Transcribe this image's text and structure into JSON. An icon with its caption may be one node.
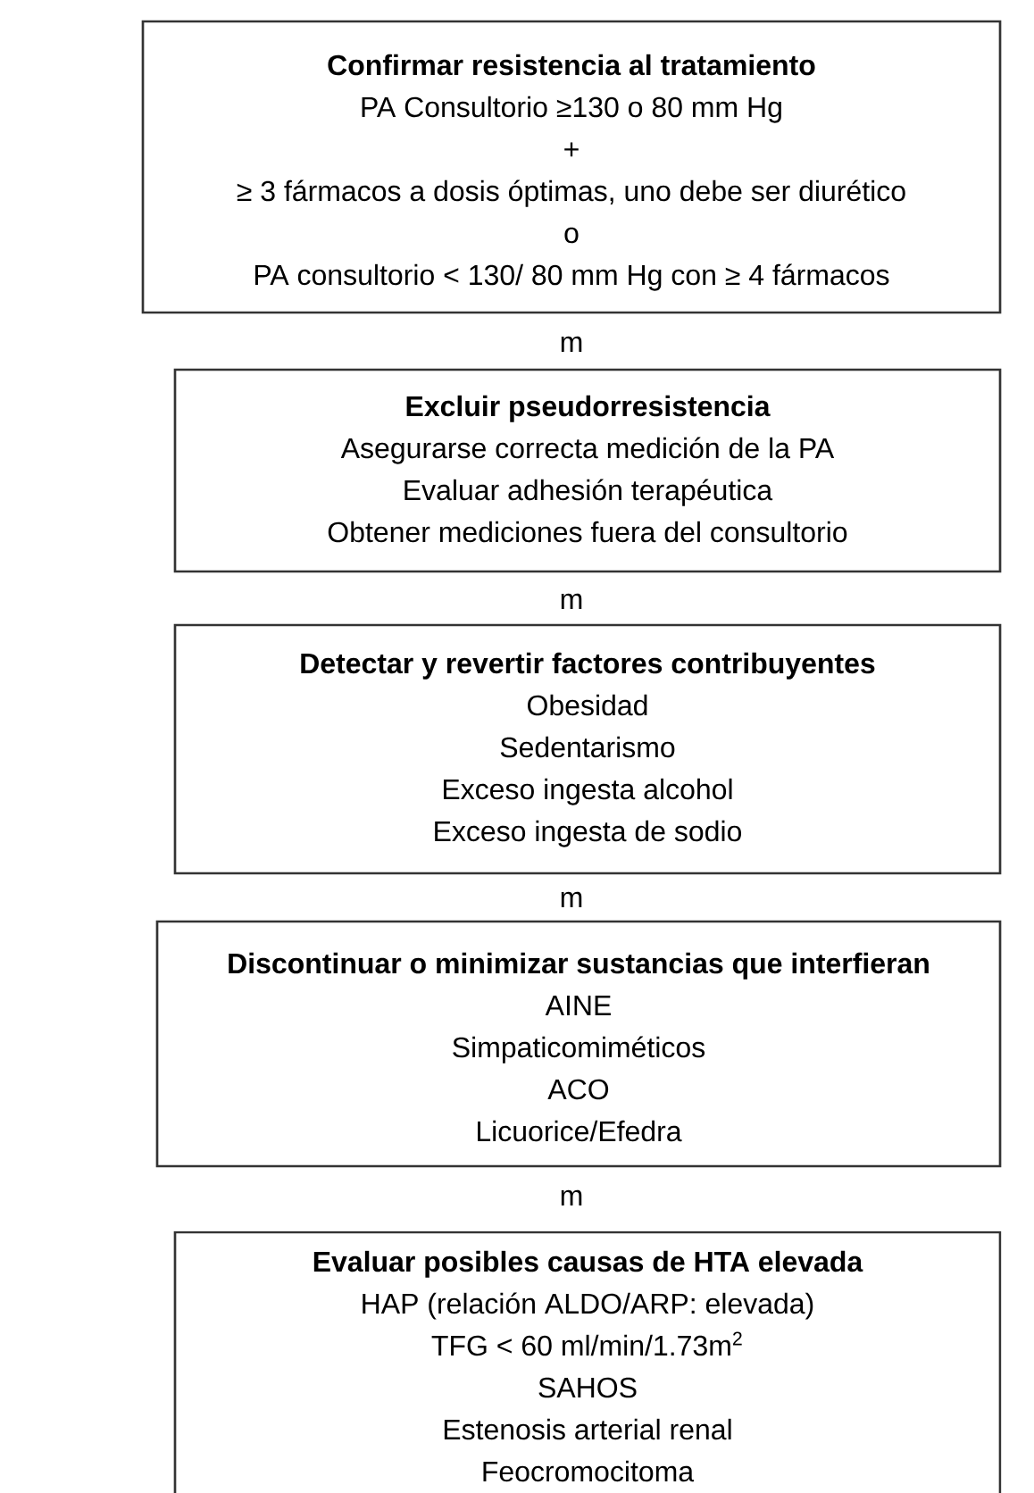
{
  "diagram": {
    "nodes": [
      {
        "text": [
          "Confirmar resistencia al tratamiento",
          "PA Consultorio ≥130 o 80 mm Hg",
          "+",
          "≥ 3 fármacos a dosis óptimas, uno debe ser diurético",
          "o",
          "PA consultorio < 130/ 80 mm Hg con ≥ 4 fármacos"
        ]
      },
      {
        "text": [
          "Excluir pseudorresistencia",
          "Asegurarse correcta medición de la PA",
          "Evaluar adhesión terapéutica",
          "Obtener mediciones fuera del consultorio"
        ]
      },
      {
        "text": [
          "Detectar y revertir factores contribuyentes",
          "Obesidad",
          "Sedentarismo",
          "Exceso ingesta alcohol",
          "Exceso ingesta de sodio"
        ]
      },
      {
        "text": [
          "Discontinuar o minimizar sustancias que interfieran",
          "AINE",
          "Simpaticomiméticos",
          "ACO",
          "Licuorice/Efedra"
        ]
      },
      {
        "text": [
          "Evaluar posibles causas de HTA elevada",
          "HAP (relación ALDO/ARP: elevada)",
          "TFG < 60 ml/min/1.73m$^{2}$",
          "SAHOS",
          "Estenosis arterial renal",
          "Feocromocitoma"
        ]
      }
    ],
    "labels": [
      "m",
      "m",
      "m",
      "m"
    ]
  }
}
